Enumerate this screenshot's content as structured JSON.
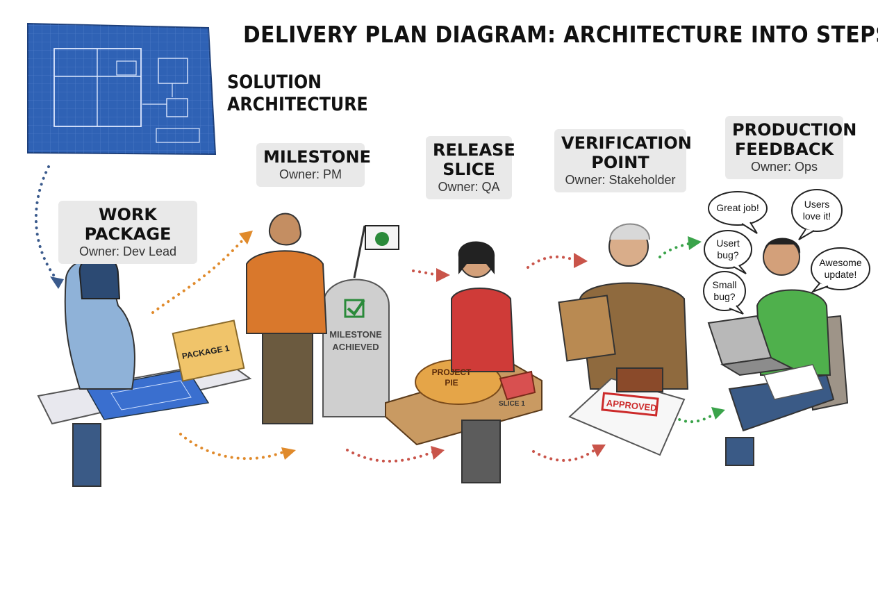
{
  "title": "DELIVERY PLAN DIAGRAM: ARCHITECTURE INTO STEPS",
  "architecture": {
    "line1": "SOLUTION",
    "line2": "ARCHITECTURE"
  },
  "steps": [
    {
      "heading": "WORK PACKAGE",
      "owner": "Owner: Dev Lead",
      "prop": "PACKAGE 1"
    },
    {
      "heading": "MILESTONE",
      "owner": "Owner: PM",
      "prop_line1": "MILESTONE",
      "prop_line2": "ACHIEVED"
    },
    {
      "heading_line1": "RELEASE",
      "heading_line2": "SLICE",
      "owner": "Owner: QA",
      "prop_line1": "PROJECT",
      "prop_line2": "PIE",
      "prop_slice": "SLICE 1"
    },
    {
      "heading_line1": "VERIFICATION",
      "heading_line2": "POINT",
      "owner": "Owner: Stakeholder",
      "prop": "APPROVED"
    },
    {
      "heading_line1": "PRODUCTION",
      "heading_line2": "FEEDBACK",
      "owner": "Owner: Ops"
    }
  ],
  "feedback_bubbles": [
    {
      "line1": "Great job!",
      "line2": ""
    },
    {
      "line1": "Users",
      "line2": "love it!"
    },
    {
      "line1": "Usert",
      "line2": "bug?"
    },
    {
      "line1": "Awesome",
      "line2": "update!"
    },
    {
      "line1": "Small",
      "line2": "bug?"
    }
  ],
  "colors": {
    "blueprint": "#2f62b5",
    "arrow_blue": "#3a5a8c",
    "arrow_orange": "#e08a2b",
    "arrow_red": "#c9544a",
    "arrow_green": "#3aa34a",
    "label_bg": "#e9e9e9"
  }
}
